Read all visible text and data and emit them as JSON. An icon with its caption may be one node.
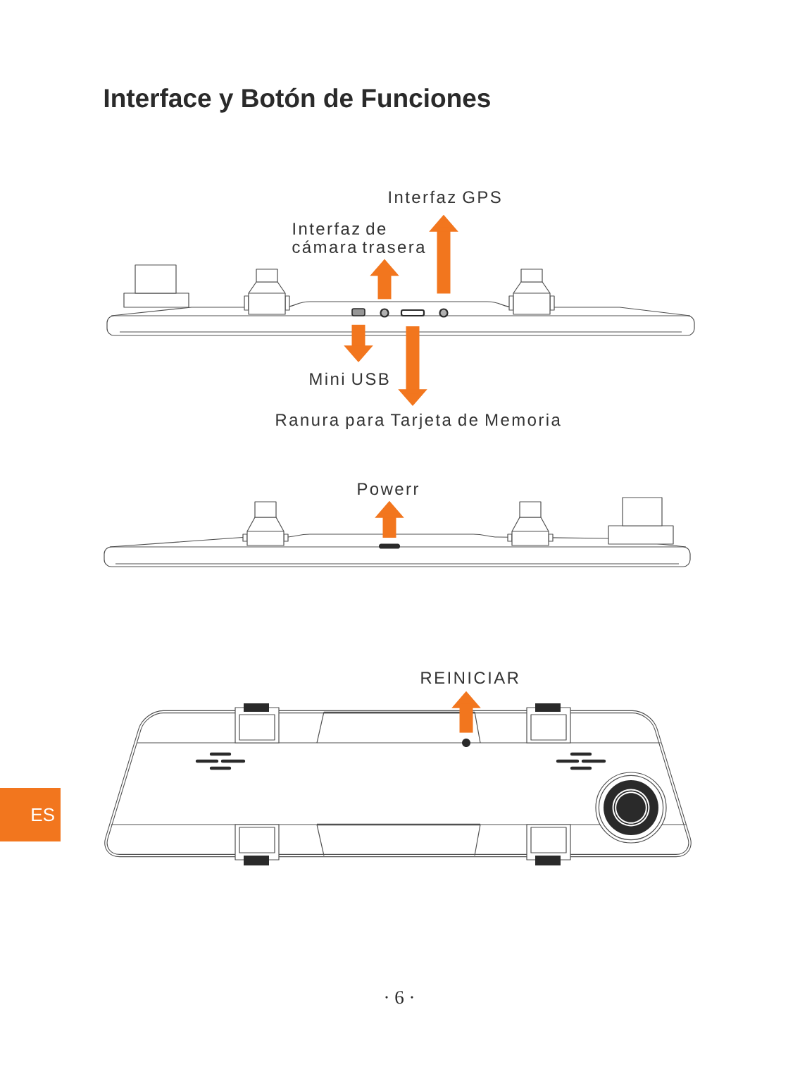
{
  "diagram": {
    "title": "Interface y Botón de Funciones",
    "nodes": [
      {
        "text": [
          "Interfaz GPS"
        ]
      },
      {
        "text": [
          "Interfaz de cámara trasera"
        ]
      },
      {
        "text": [],
        "shape": "box"
      },
      {
        "text": [],
        "shape": "circle"
      },
      {
        "text": [],
        "shape": "box"
      },
      {
        "text": [],
        "shape": "circle"
      },
      {
        "text": [
          "Mini USB"
        ]
      },
      {
        "text": [
          "Ranura para Tarjeta de Memoria"
        ]
      },
      {
        "text": [
          "Powerr"
        ]
      },
      {
        "text": [],
        "shape": "bar"
      },
      {
        "text": [
          "REINICIAR"
        ]
      },
      {
        "text": [],
        "shape": "circle"
      },
      {
        "text": [
          "ES"
        ]
      }
    ],
    "edges": [
      {
        "from": 5,
        "to": 0,
        "arrow": "to"
      },
      {
        "from": 3,
        "to": 1,
        "arrow": "to"
      },
      {
        "from": 2,
        "to": 6,
        "arrow": "to"
      },
      {
        "from": 4,
        "to": 7,
        "arrow": "to"
      },
      {
        "from": 9,
        "to": 8,
        "arrow": "to"
      },
      {
        "from": 11,
        "to": 10,
        "arrow": "to"
      }
    ],
    "labels": [
      "· 6 ·"
    ]
  }
}
